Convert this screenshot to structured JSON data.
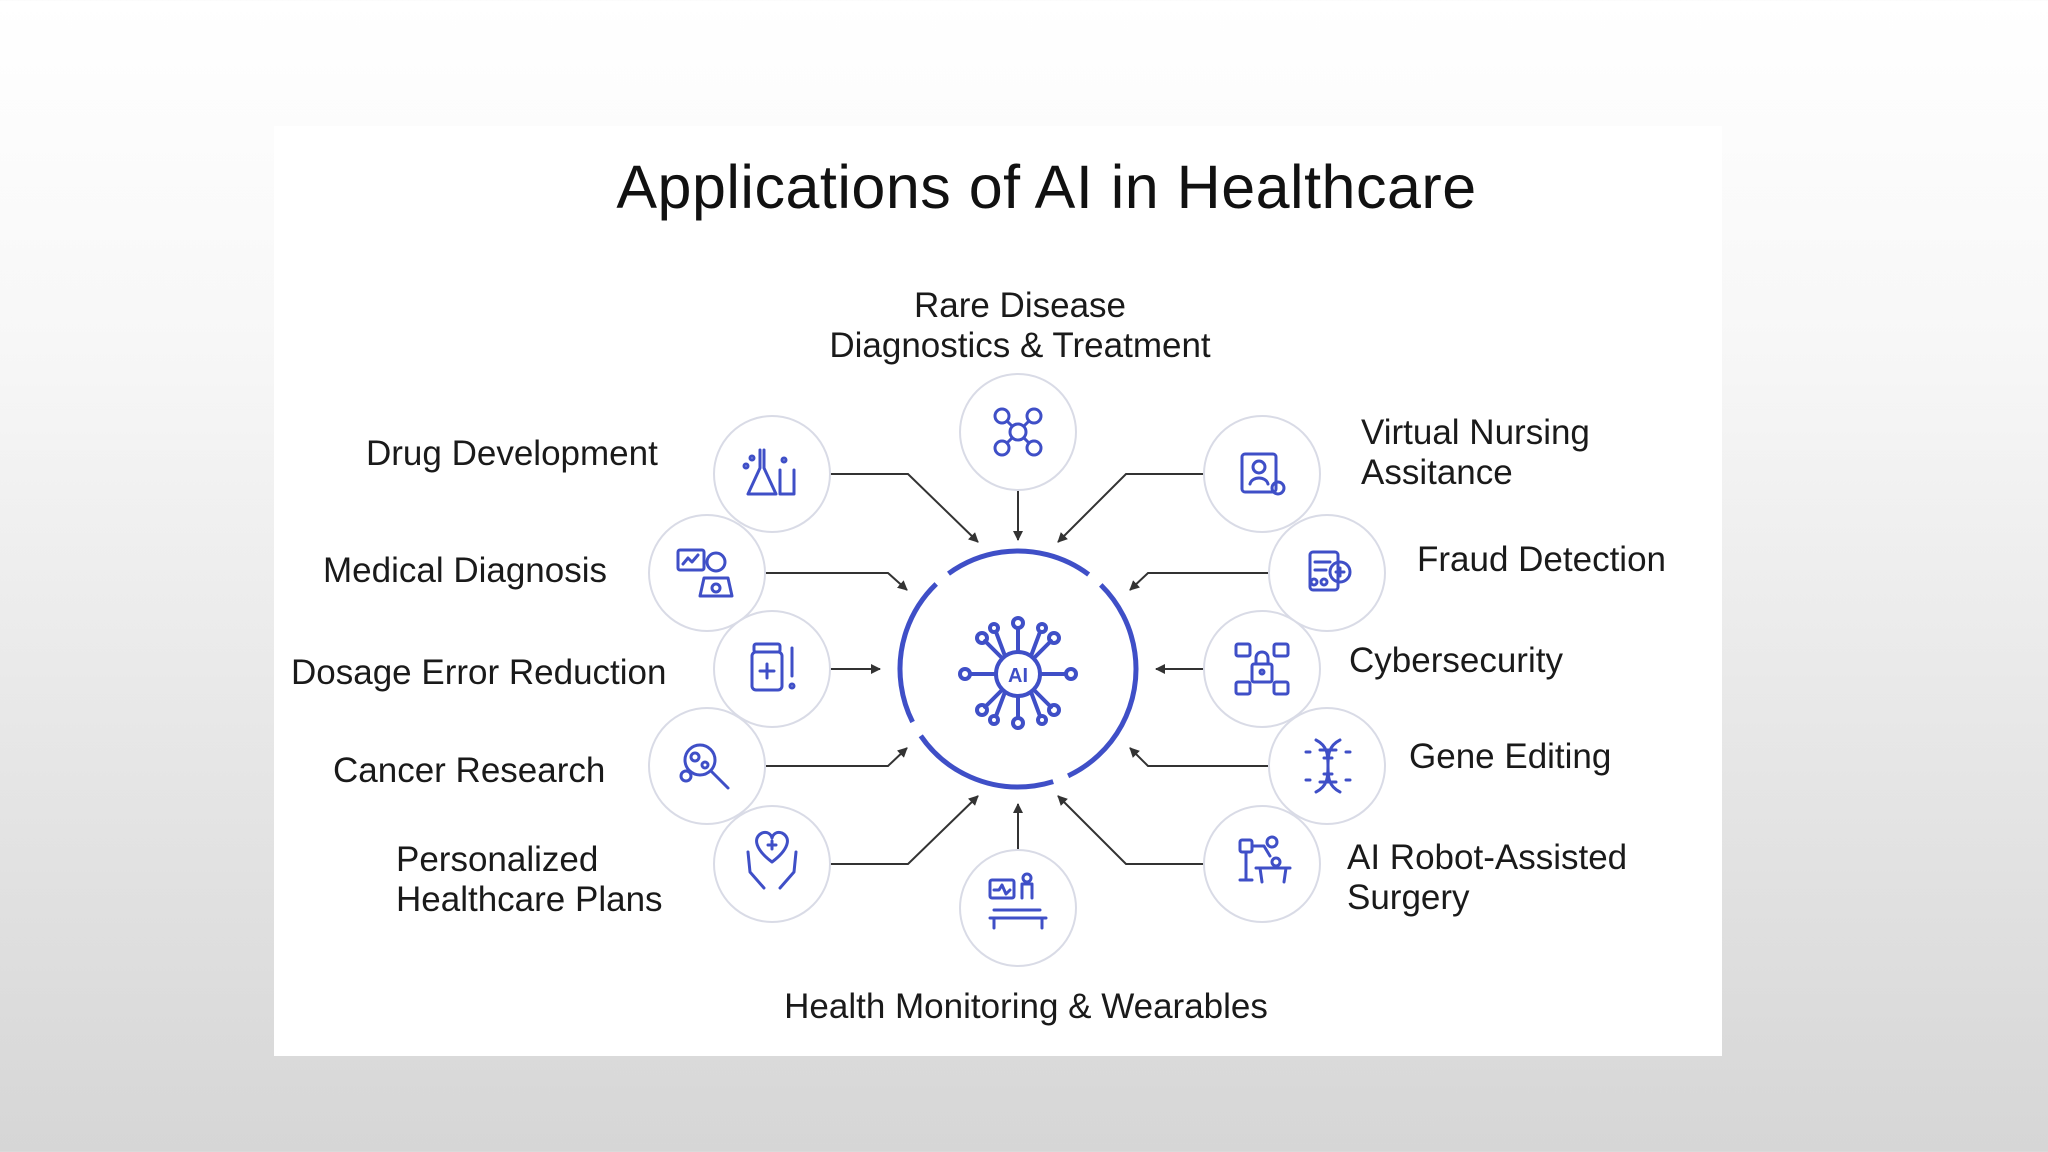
{
  "title": "Applications of AI in Healthcare",
  "colors": {
    "accent": "#3f4fc7",
    "node_border": "#d9dbe6",
    "connector": "#333333"
  },
  "center": {
    "icon": "ai-chip-network-icon",
    "text": "AI"
  },
  "nodes": [
    {
      "id": "rare-disease",
      "icon": "virus-network-icon",
      "lines": [
        "Rare Disease",
        "Diagnostics & Treatment"
      ]
    },
    {
      "id": "drug-development",
      "icon": "lab-flasks-icon",
      "lines": [
        "Drug Development"
      ]
    },
    {
      "id": "medical-diagnosis",
      "icon": "doctor-monitor-icon",
      "lines": [
        "Medical Diagnosis"
      ]
    },
    {
      "id": "dosage-error",
      "icon": "medicine-bottle-icon",
      "lines": [
        "Dosage Error Reduction"
      ]
    },
    {
      "id": "cancer-research",
      "icon": "magnifier-cells-icon",
      "lines": [
        "Cancer Research"
      ]
    },
    {
      "id": "personalized-plans",
      "icon": "heart-hands-icon",
      "lines": [
        "Personalized",
        "Healthcare Plans"
      ]
    },
    {
      "id": "health-monitoring",
      "icon": "patient-monitor-icon",
      "lines": [
        "Health Monitoring & Wearables"
      ]
    },
    {
      "id": "virtual-nursing",
      "icon": "tablet-doctor-icon",
      "lines": [
        "Virtual Nursing",
        "Assitance"
      ]
    },
    {
      "id": "fraud-detection",
      "icon": "document-scan-icon",
      "lines": [
        "Fraud Detection"
      ]
    },
    {
      "id": "cybersecurity",
      "icon": "lock-network-icon",
      "lines": [
        "Cybersecurity"
      ]
    },
    {
      "id": "gene-editing",
      "icon": "dna-icon",
      "lines": [
        "Gene Editing"
      ]
    },
    {
      "id": "robot-surgery",
      "icon": "robot-arm-icon",
      "lines": [
        "AI Robot-Assisted",
        "Surgery"
      ]
    }
  ]
}
